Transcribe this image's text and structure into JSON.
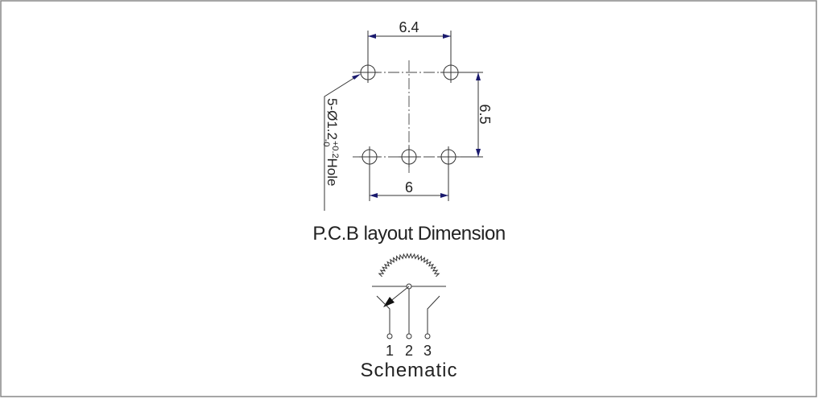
{
  "pcb_layout": {
    "title": "P.C.B layout Dimension",
    "dim_top": "6.4",
    "dim_right": "6.5",
    "dim_bottom": "6",
    "hole_note": {
      "prefix": "5-Ø1.2",
      "tol_plus": "+0.2",
      "tol_minus": "-0",
      "suffix": "Hole"
    }
  },
  "schematic": {
    "title": "Schematic",
    "pins": [
      "1",
      "2",
      "3"
    ]
  },
  "colors": {
    "line": "#333333",
    "arrow": "#1a1a6e",
    "frame": "#888888"
  }
}
